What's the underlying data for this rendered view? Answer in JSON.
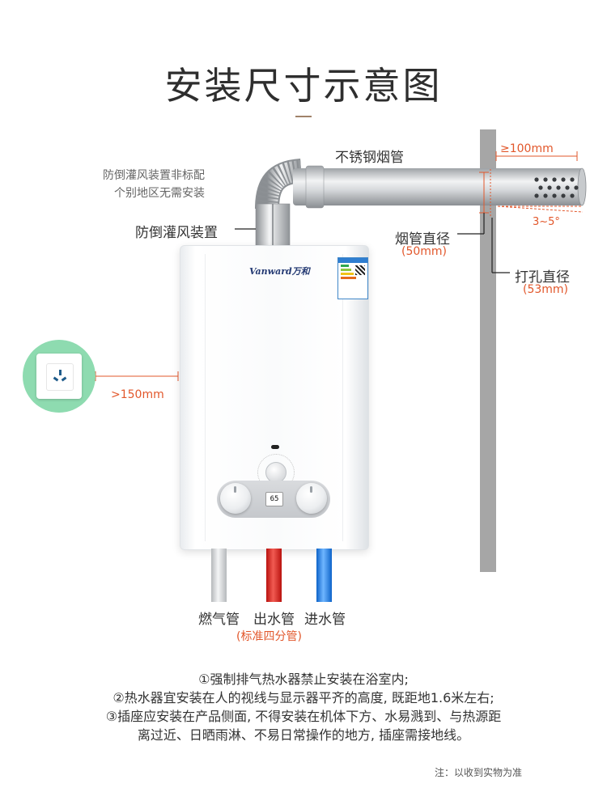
{
  "title": "安装尺寸示意图",
  "labels": {
    "stainless_flue": "不锈钢烟管",
    "nonstandard_note_line1": "防倒灌风装置非标配",
    "nonstandard_note_line2": "个别地区无需安装",
    "backflow_device": "防倒灌风装置",
    "flue_diameter": "烟管直径",
    "flue_diameter_value": "(50mm)",
    "hole_diameter": "打孔直径",
    "hole_diameter_value": "(53mm)",
    "wall_distance": "≥100mm",
    "tilt_angle": "3~5°",
    "outlet_distance": ">150mm",
    "gas_pipe": "燃气管",
    "hot_outlet_pipe": "出水管",
    "cold_inlet_pipe": "进水管",
    "pipe_standard": "(标准四分管)"
  },
  "heater": {
    "brand": "Vanward万和",
    "display_value": "65"
  },
  "notes": [
    "①强制排气热水器禁止安装在浴室内;",
    "②热水器宜安装在人的视线与显示器平齐的高度, 既距地1.6米左右;",
    "③插座应安装在产品侧面, 不得安装在机体下方、水易溅到、与热源距",
    "离过近、日晒雨淋、不易日常操作的地方, 插座需接地线。"
  ],
  "footnote": "注：以收到实物为准",
  "colors": {
    "accent_orange": "#e2572b",
    "wall_gray": "#a6a6a6",
    "outlet_green": "#8edbb0",
    "hot_pipe_red": "#d8251f",
    "cold_pipe_blue": "#1f7fe8"
  }
}
